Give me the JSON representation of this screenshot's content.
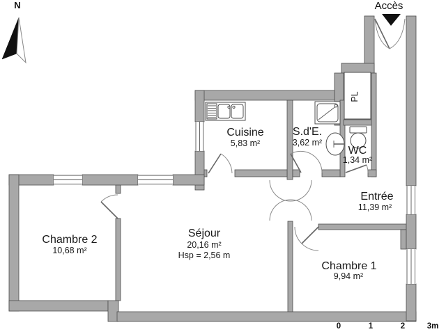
{
  "compass": {
    "north_label": "N"
  },
  "access": {
    "label": "Accès"
  },
  "rooms": [
    {
      "id": "cuisine",
      "name": "Cuisine",
      "area": "5,83 m²"
    },
    {
      "id": "sde",
      "name": "S.d'E.",
      "area": "3,62 m²"
    },
    {
      "id": "wc",
      "name": "WC",
      "area": "1,34 m²"
    },
    {
      "id": "entree",
      "name": "Entrée",
      "area": "11,39 m²"
    },
    {
      "id": "sejour",
      "name": "Séjour",
      "area": "20,16 m²",
      "ceiling_height": "Hsp = 2,56 m"
    },
    {
      "id": "chambre2",
      "name": "Chambre 2",
      "area": "10,68 m²"
    },
    {
      "id": "chambre1",
      "name": "Chambre 1",
      "area": "9,94 m²"
    },
    {
      "id": "placard",
      "name": "PL"
    }
  ],
  "scale_bar": {
    "ticks": [
      "0",
      "1",
      "2",
      "3m"
    ]
  },
  "colors": {
    "wall_fill": "#a8a8a8",
    "wall_stroke": "#4c4c4c",
    "text": "#1a1a1a"
  }
}
